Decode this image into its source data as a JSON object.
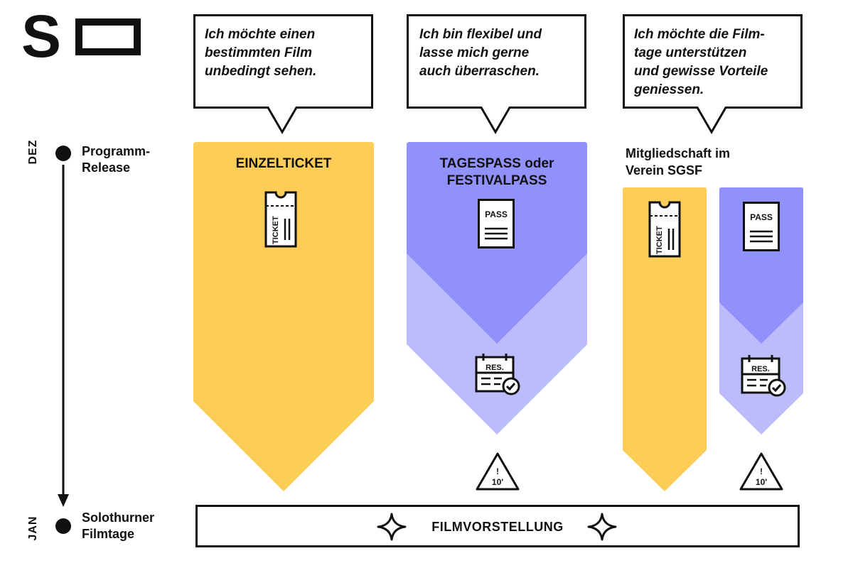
{
  "logo": {
    "text": "S"
  },
  "colors": {
    "yellow": "#fdcd57",
    "purple": "#9191fb",
    "lavender": "#bcbcfc",
    "ink": "#111111"
  },
  "timeline": {
    "start_month": "DEZ",
    "start_label_line1": "Programm-",
    "start_label_line2": "Release",
    "end_month": "JAN",
    "end_label_line1": "Solothurner",
    "end_label_line2": "Filmtage"
  },
  "bubbles": [
    {
      "line1": "Ich möchte einen",
      "line2": "bestimmten Film",
      "line3": "unbedingt sehen.",
      "line4": ""
    },
    {
      "line1": "Ich bin flexibel und",
      "line2": "lasse mich gerne",
      "line3": "auch überraschen.",
      "line4": ""
    },
    {
      "line1": "Ich möchte die Film-",
      "line2": "tage unterstützen",
      "line3": "und gewisse Vorteile",
      "line4": "geniessen."
    }
  ],
  "options": {
    "single_ticket": {
      "title": "EINZELTICKET",
      "icon_text": "TICKET"
    },
    "pass": {
      "title_line1": "TAGESPASS oder",
      "title_line2": "FESTIVALPASS",
      "icon_text": "PASS",
      "reservation_text": "RES.",
      "warning_line1": "!",
      "warning_line2": "10'"
    },
    "membership": {
      "title_line1": "Mitgliedschaft im",
      "title_line2": "Verein SGSF",
      "ticket_icon_text": "TICKET",
      "pass_icon_text": "PASS",
      "reservation_text": "RES.",
      "warning_line1": "!",
      "warning_line2": "10'"
    }
  },
  "footer": {
    "label": "FILMVORSTELLUNG"
  }
}
